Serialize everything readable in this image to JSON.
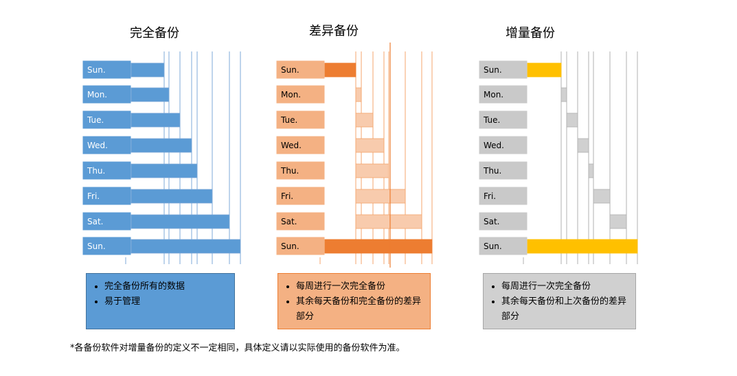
{
  "panels": [
    {
      "title": "完全备份",
      "days": [
        "Sun.",
        "Mon.",
        "Tue.",
        "Wed.",
        "Thu.",
        "Fri.",
        "Sat.",
        "Sun."
      ],
      "notes": [
        "完全备份所有的数据",
        "易于管理"
      ],
      "colors": {
        "label_fill": "#5b9bd5",
        "label_text": "#ffffff",
        "bar": "#5b9bd5",
        "bar_accent": "#5b9bd5",
        "line": "#7ea9d8",
        "note_fill": "#5b9bd5",
        "note_border": "#41719c"
      }
    },
    {
      "title": "差异备份",
      "days": [
        "Sun.",
        "Mon.",
        "Tue.",
        "Wed.",
        "Thu.",
        "Fri.",
        "Sat.",
        "Sun."
      ],
      "notes": [
        "每周进行一次完全备份",
        "其余每天备份和完全备份的差异部分"
      ],
      "colors": {
        "label_fill": "#f4b183",
        "label_text": "#000000",
        "bar": "#f8cbad",
        "bar_accent": "#ed7d31",
        "line": "#f4a46c",
        "note_fill": "#f4b183",
        "note_border": "#ed7d31"
      }
    },
    {
      "title": "增量备份",
      "days": [
        "Sun.",
        "Mon.",
        "Tue.",
        "Wed.",
        "Thu.",
        "Fri.",
        "Sat.",
        "Sun."
      ],
      "notes": [
        "每周进行一次完全备份",
        "其余每天备份和上次备份的差异部分"
      ],
      "colors": {
        "label_fill": "#c9c9c9",
        "label_text": "#000000",
        "bar": "#d0d0d0",
        "bar_accent": "#ffc000",
        "line": "#b0b0b0",
        "note_fill": "#d0d0d0",
        "note_border": "#a5a5a5"
      }
    }
  ],
  "footnote": "*各备份软件对增量备份的定义不一定相同，具体定义请以实际使用的备份软件为准。"
}
